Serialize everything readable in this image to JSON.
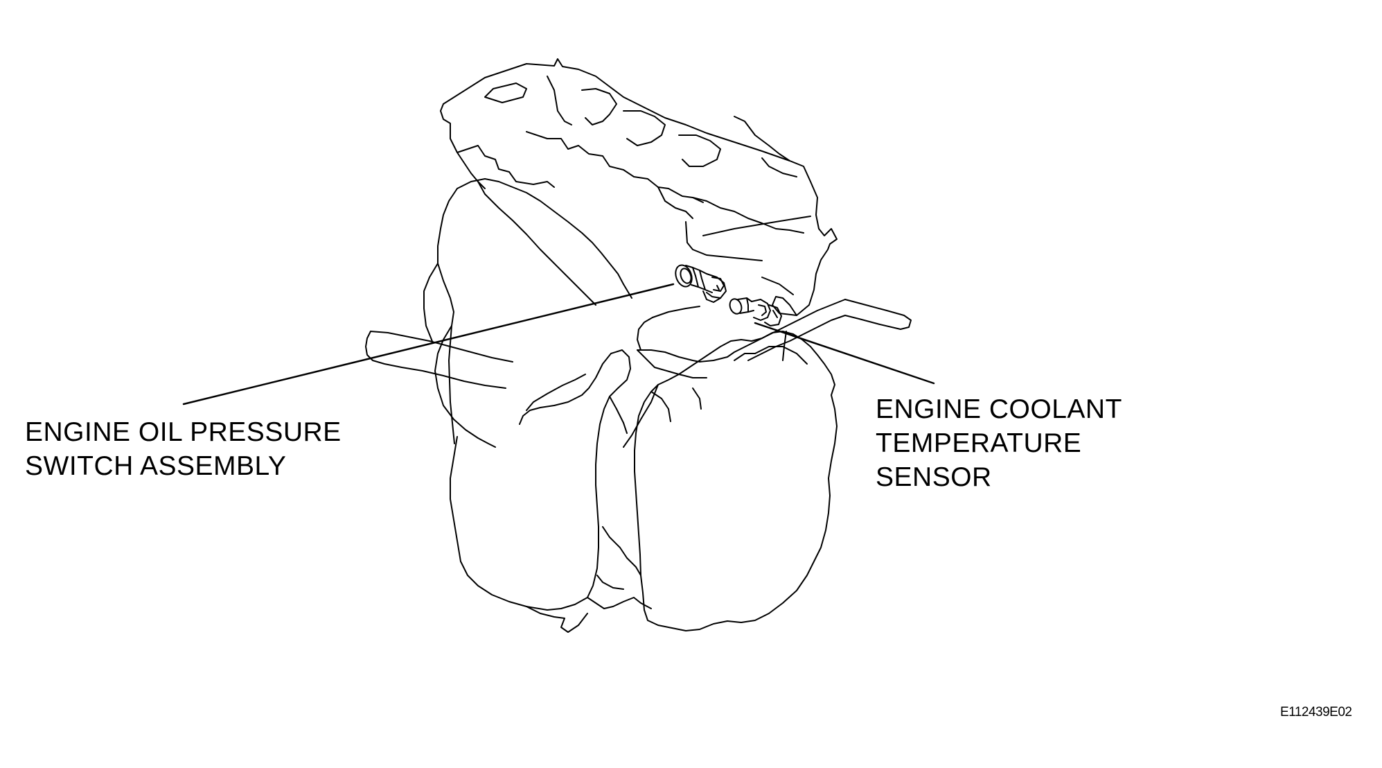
{
  "labels": {
    "oil_pressure_switch": {
      "line1": "ENGINE OIL PRESSURE",
      "line2": "SWITCH ASSEMBLY"
    },
    "coolant_temp_sensor": {
      "line1": "ENGINE COOLANT",
      "line2": "TEMPERATURE",
      "line3": "SENSOR"
    }
  },
  "figure_code": "E112439E02",
  "colors": {
    "line": "#000000",
    "background": "#ffffff"
  }
}
